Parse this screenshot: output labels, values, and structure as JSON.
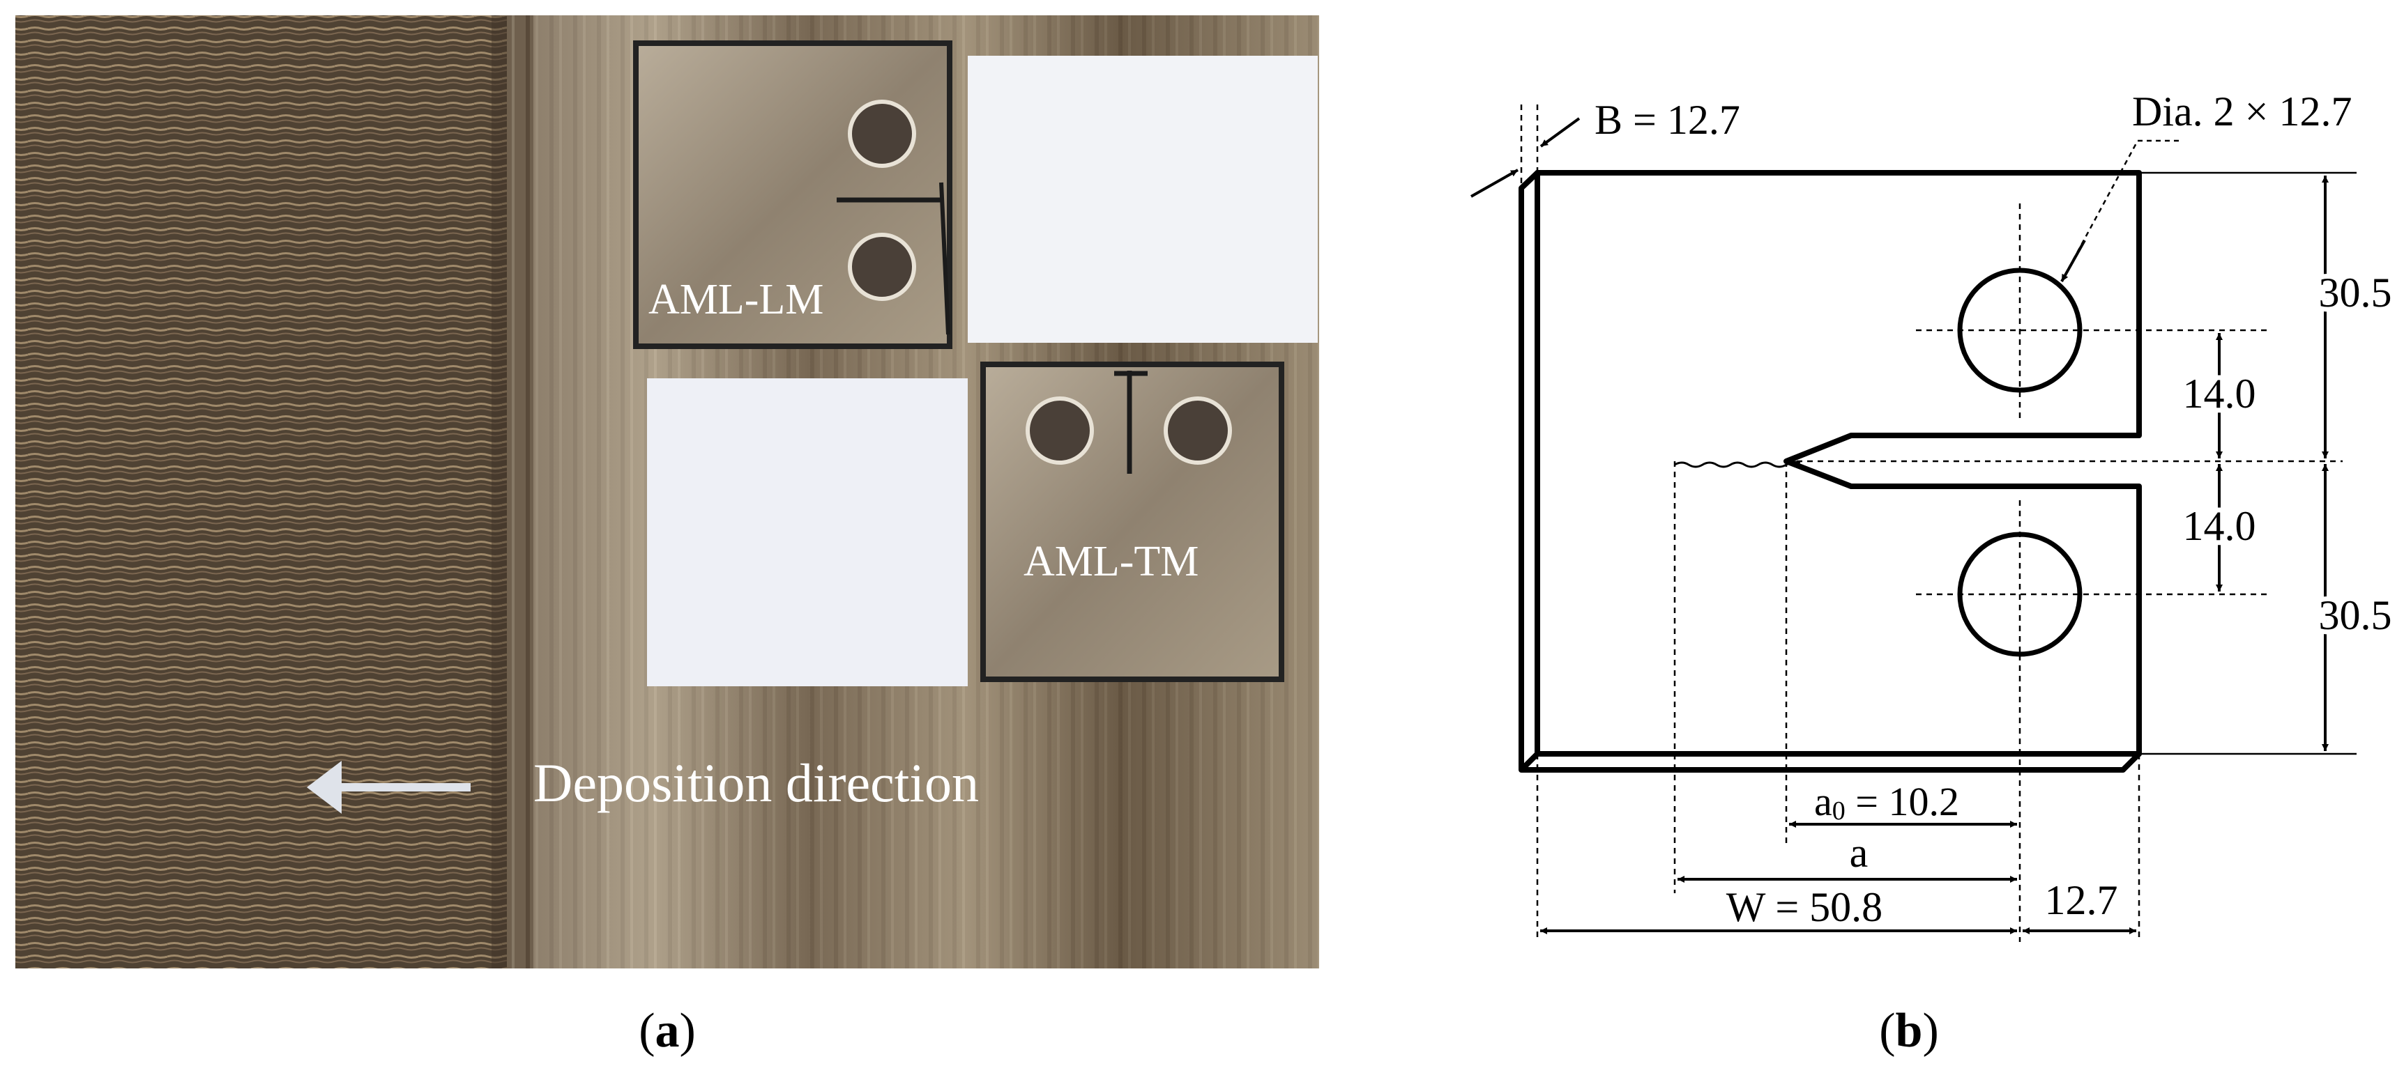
{
  "panel_a": {
    "specimen_lm": "AML-LM",
    "specimen_tm": "AML-TM",
    "deposition_label": "Deposition direction",
    "caption_open": "(",
    "caption_letter": "a",
    "caption_close": ")"
  },
  "panel_b": {
    "thickness": "B = 12.7",
    "hole_diameter": "Dia. 2 × 12.7",
    "top_height": "30.5",
    "bottom_height": "30.5",
    "upper_hole_offset": "14.0",
    "lower_hole_offset": "14.0",
    "a0_symbol": "a",
    "a0_subscript": "0",
    "a0_value": " = 10.2",
    "crack_length": "a",
    "width": "W = 50.8",
    "edge_offset": "12.7",
    "caption_open": "(",
    "caption_letter": "b",
    "caption_close": ")"
  }
}
